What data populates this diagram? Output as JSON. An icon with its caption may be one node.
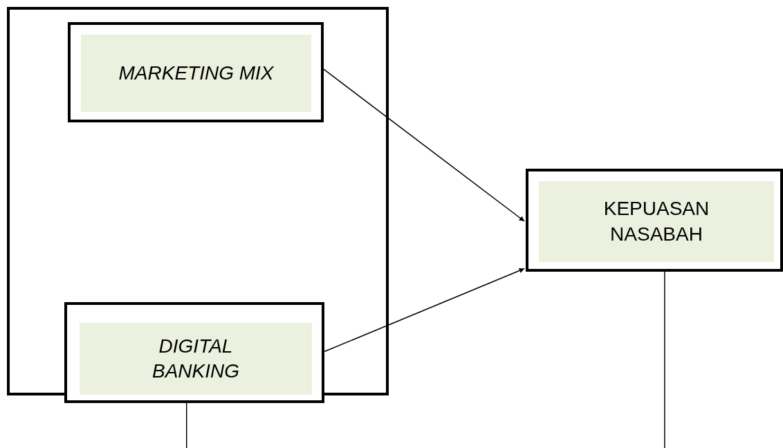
{
  "diagram": {
    "nodes": [
      {
        "text": [],
        "shape": "box"
      },
      {
        "text": [
          "MARKETING MIX"
        ],
        "in": 0
      },
      {
        "text": [
          "DIGITAL BANKING"
        ]
      },
      {
        "text": [
          "KEPUASAN NASABAH"
        ]
      }
    ],
    "edges": [
      {
        "from": 1,
        "to": 3,
        "arrow": "to"
      },
      {
        "from": 2,
        "to": 3,
        "arrow": "to"
      },
      {
        "from": 2,
        "to": null,
        "arrow": "none"
      },
      {
        "from": 3,
        "to": null,
        "arrow": "none"
      }
    ]
  }
}
